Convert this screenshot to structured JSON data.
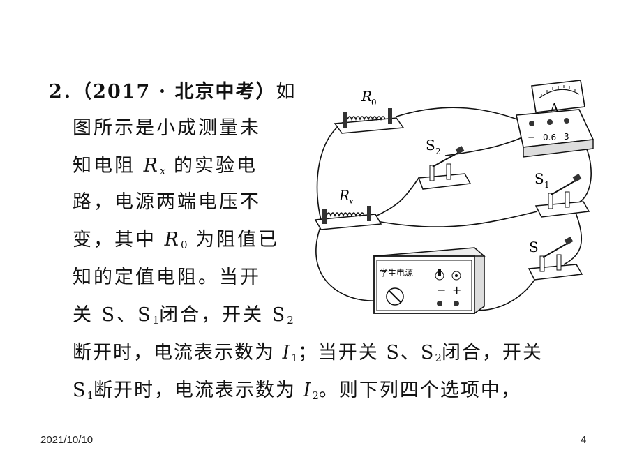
{
  "question": {
    "number": "2.",
    "source": "（2017 · 北京中考）",
    "lines_right": [
      "如",
      "图所示是小成测量未",
      "知电阻",
      "的实验电",
      "路，电源两端电压不",
      "变，其中",
      "为阻值已",
      "知的定值电阻。当开",
      "关 S、S",
      "闭合，开关 S"
    ],
    "line9_tail": "断开时，电流表示数为",
    "line9_tail2": "；当开关 S、S",
    "line9_tail3": "闭合，开关",
    "line10_head": "S",
    "line10_mid": "断开时，电流表示数为",
    "line10_tail": "。则下列四个选项中，",
    "var_R": "R",
    "sub_x": "x",
    "sub_0": "0",
    "sub_1": "1",
    "sub_2": "2",
    "var_I": "I"
  },
  "circuit": {
    "label_R0": "R",
    "label_R0_sub": "0",
    "label_Rx": "R",
    "label_Rx_sub": "x",
    "label_A": "A",
    "meter_minus": "−",
    "meter_06": "0.6",
    "meter_3": "3",
    "label_S2": "S",
    "label_S2_sub": "2",
    "label_S1": "S",
    "label_S1_sub": "1",
    "label_S": "S",
    "power_label": "学生电源",
    "power_minus": "−",
    "power_plus": "+"
  },
  "footer": {
    "date": "2021/10/10",
    "page": "4"
  }
}
